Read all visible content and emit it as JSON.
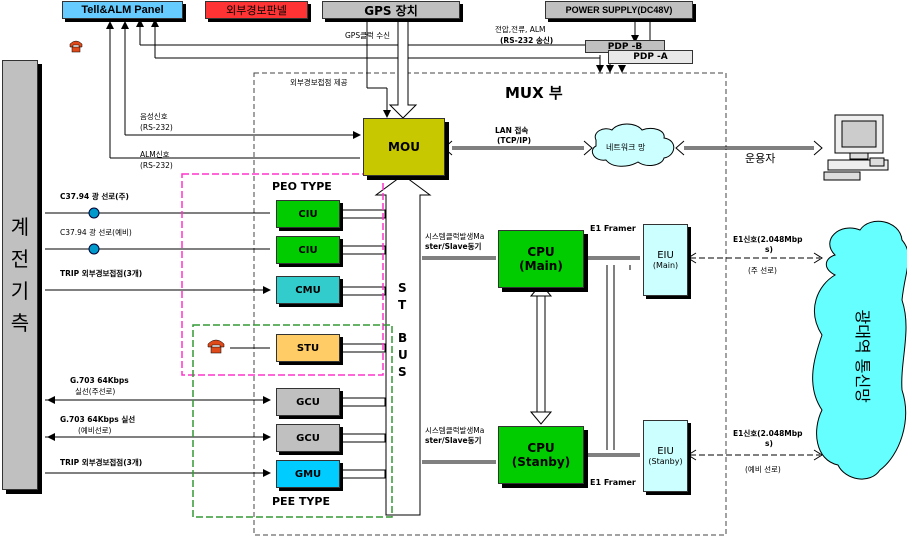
{
  "top": {
    "tell_alm": "Tell&ALM Panel",
    "ext_alarm_panel": "외부경보판넬",
    "gps_device": "GPS 장치",
    "power_supply": "POWER SUPPLY(DC48V)",
    "pdp_b": "PDP -B",
    "pdp_a": "PDP -A"
  },
  "left_bar": {
    "text": "계\n전\n기\n측"
  },
  "mux": {
    "title": "MUX 부",
    "mou": "MOU",
    "st_bus": "S\nT\n\nB\nU\nS"
  },
  "signals": {
    "gps_clock": "GPS클럭 수신",
    "ext_contact": "외부경보접점 제공",
    "voltage_line1": "전압,전류, ALM",
    "voltage_line2": "(RS-232 송신)",
    "voice_line1": "음성신호",
    "voice_line2": "(RS-232)",
    "alm_line1": "ALM신호",
    "alm_line2": "(RS-232)",
    "lan_line1": "LAN 접속",
    "lan_line2": "(TCP/IP)",
    "network": "네트워크 망",
    "operator": "운용자"
  },
  "peo": {
    "title": "PEO TYPE",
    "c3794_main": "C37.94 광 선로(주)",
    "c3794_backup": "C37.94 광 선로(예비)",
    "trip1": "TRIP 외부경보접점(3개)",
    "ciu1": "CIU",
    "ciu2": "CIU",
    "cmu": "CMU"
  },
  "pee": {
    "title": "PEE TYPE",
    "stu": "STU",
    "g703_a1": "G.703 64Kbps",
    "g703_a2": "실선(주선로)",
    "g703_b1": "G.703 64Kbps 실선",
    "g703_b2": "(예비선로)",
    "trip2": "TRIP 외부경보접점(3개)",
    "gcu1": "GCU",
    "gcu2": "GCU",
    "gmu": "GMU"
  },
  "cpu": {
    "sync_main1": "시스템클럭발생Ma",
    "sync_main2": "ster/Slave동기",
    "sync_stby1": "시스템클럭발생Ma",
    "sync_stby2": "ster/Slave동기",
    "main1": "CPU",
    "main2": "(Main)",
    "stby1": "CPU",
    "stby2": "(Stanby)",
    "framer_top": "E1 Framer",
    "framer_bottom": "E1 Framer"
  },
  "eiu": {
    "main1": "EIU",
    "main2": "(Main)",
    "stby1": "EIU",
    "stby2": "(Stanby)",
    "e1_main1": "E1신호(2.048Mbp",
    "e1_main2": "s)",
    "main_line": "(주 선로)",
    "e1_stby1": "E1신호(2.048Mbp",
    "e1_stby2": "s)",
    "stby_line": "(예비 선로)"
  },
  "cloud": {
    "text": "광대역 통신망"
  },
  "colors": {
    "tell": "#66ccff",
    "ext_alarm": "#ff3333",
    "gray": "#c0c0c0",
    "mou": "#c8c800",
    "green": "#00cc00",
    "cyan": "#33cccc",
    "stu": "#ffcc66",
    "gmu": "#00ccff",
    "eiu": "#ccffff",
    "cloud": "#66ffff",
    "peo_border": "#ff33cc",
    "pee_border": "#339933"
  }
}
